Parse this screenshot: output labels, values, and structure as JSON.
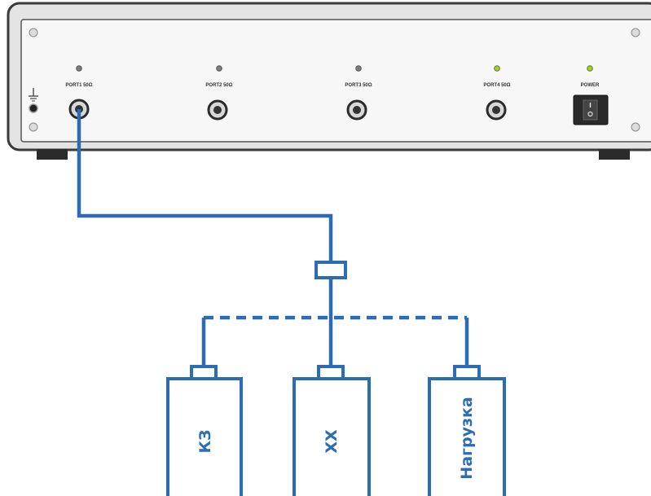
{
  "device": {
    "ports": [
      {
        "label": "PORT1 50Ω",
        "led": "off"
      },
      {
        "label": "PORT2 50Ω",
        "led": "off"
      },
      {
        "label": "PORT3 50Ω",
        "led": "off"
      },
      {
        "label": "PORT4 50Ω",
        "led": "on"
      }
    ],
    "power": {
      "label": "POWER",
      "led": "on"
    },
    "ground_symbol": "ground-icon"
  },
  "standards": [
    {
      "label": "КЗ"
    },
    {
      "label": "ХХ"
    },
    {
      "label": "Нагрузка"
    }
  ],
  "colors": {
    "cable": "#2a6db5",
    "panel_fill": "#f5f5f5",
    "panel_border": "#444444",
    "led_off": "#7a8076",
    "led_on": "#9ccf3a",
    "foot": "#2b2b2b"
  }
}
